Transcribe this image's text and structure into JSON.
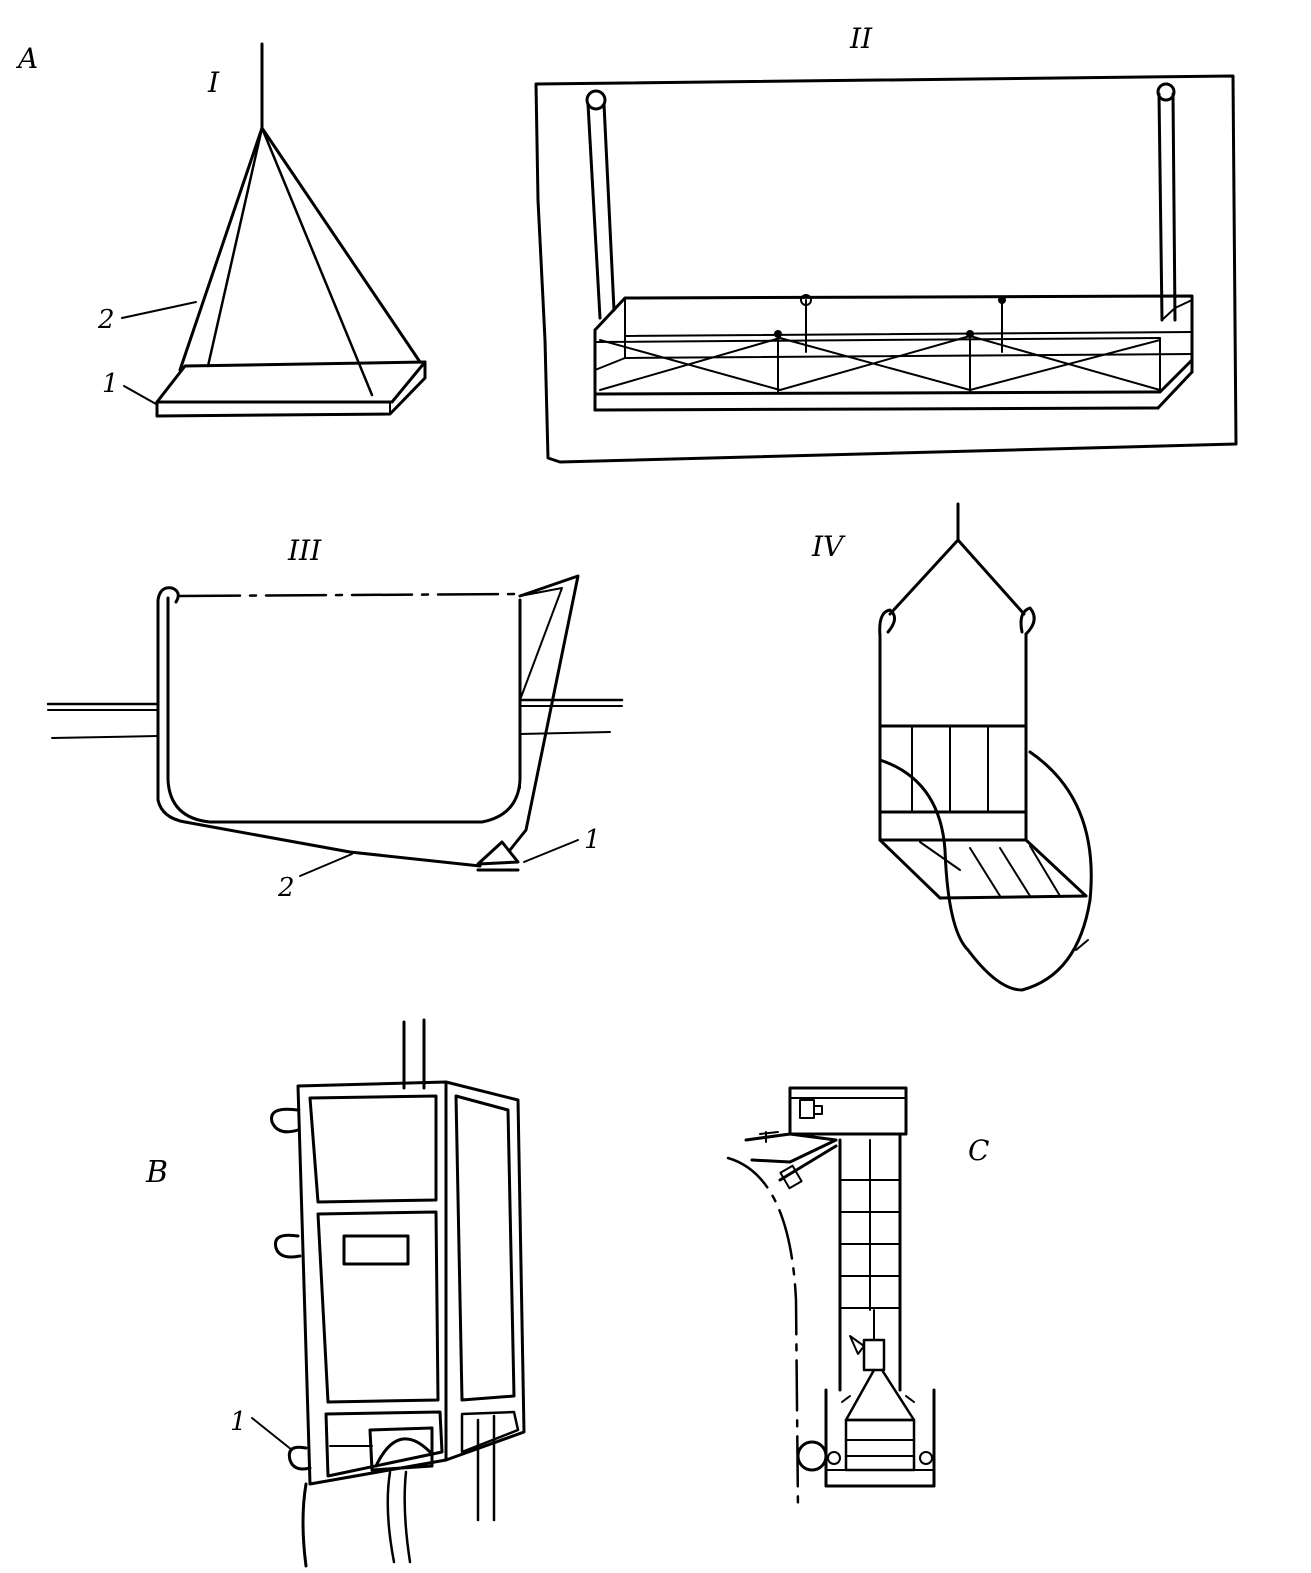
{
  "labels": {
    "section_a": "A",
    "section_b": "B",
    "section_c": "C",
    "fig1": "I",
    "fig2": "II",
    "fig3": "III",
    "fig4": "IV",
    "fig1_part1": "1",
    "fig1_part2": "2",
    "fig3_part1": "1",
    "fig3_part2": "2",
    "figb_part1": "1"
  },
  "colors": {
    "ink": "#000000",
    "paper": "#ffffff"
  }
}
